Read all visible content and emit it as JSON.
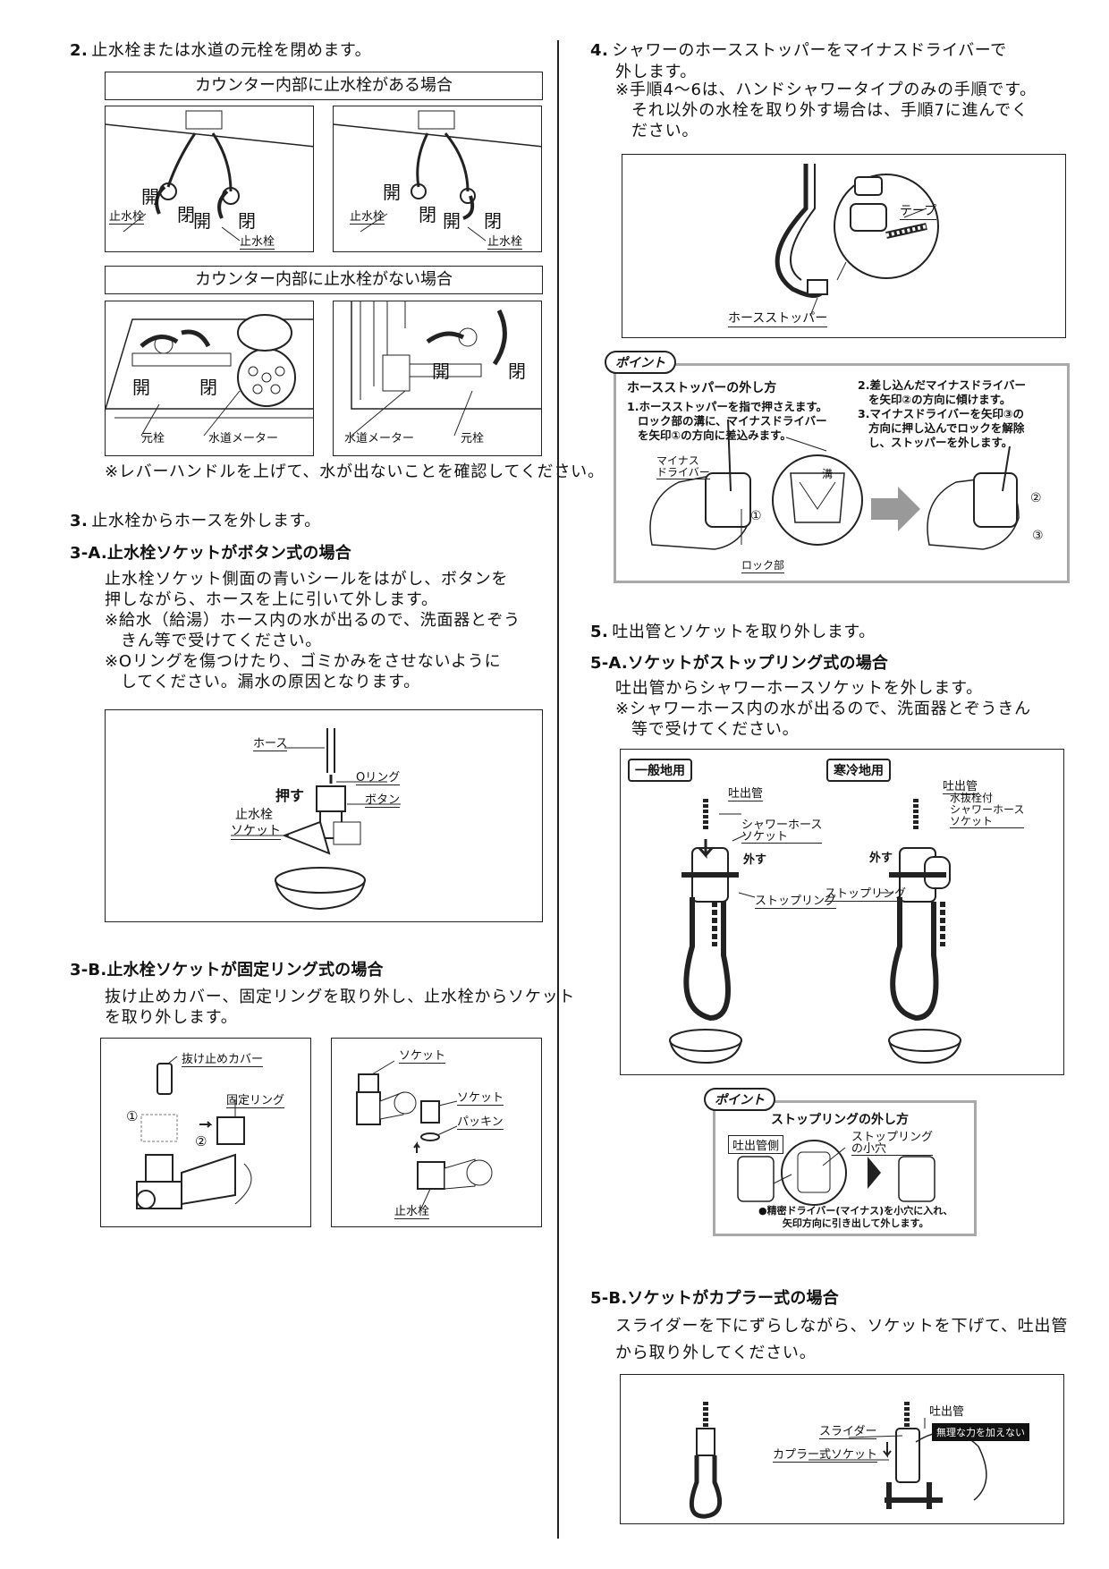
{
  "left": {
    "step2": {
      "num": "2.",
      "text": "止水栓または水道の元栓を閉めます。"
    },
    "box_with": "カウンター内部に止水栓がある場合",
    "box_without": "カウンター内部に止水栓がない場合",
    "fig_labels": {
      "open": "開",
      "close": "閉",
      "stopcock": "止水栓",
      "main_valve": "元栓",
      "water_meter": "水道メーター"
    },
    "note_lever": "※レバーハンドルを上げて、水が出ないことを確認してください。",
    "step3": {
      "num": "3.",
      "text": "止水栓からホースを外します。"
    },
    "s3a": {
      "title": "3-A.止水栓ソケットがボタン式の場合",
      "p1": "止水栓ソケット側面の青いシールをはがし、ボタンを",
      "p2": "押しながら、ホースを上に引いて外します。",
      "n1a": "※給水（給湯）ホース内の水が出るので、洗面器とぞう",
      "n1b": "きん等で受けてください。",
      "n2a": "※Oリングを傷つけたり、ゴミかみをさせないように",
      "n2b": "してください。漏水の原因となります。",
      "labels": {
        "hose": "ホース",
        "oring": "Oリング",
        "push": "押す",
        "button": "ボタン",
        "socket1": "止水栓",
        "socket2": "ソケット"
      }
    },
    "s3b": {
      "title": "3-B.止水栓ソケットが固定リング式の場合",
      "p1": "抜け止めカバー、固定リングを取り外し、止水栓からソケット",
      "p2": "を取り外します。",
      "labels": {
        "cover": "抜け止めカバー",
        "ring": "固定リング",
        "c1": "①",
        "c2": "②",
        "socket": "ソケット",
        "packing": "パッキン",
        "stopcock": "止水栓"
      }
    }
  },
  "right": {
    "step4": {
      "num": "4.",
      "l1": "シャワーのホースストッパーをマイナスドライバーで",
      "l2": "外します。"
    },
    "step4_note1": "※手順4〜6は、ハンドシャワータイプのみの手順です。",
    "step4_note2": "それ以外の水栓を取り外す場合は、手順7に進んでく",
    "step4_note3": "ださい。",
    "fig4": {
      "tape": "テープ",
      "stopper": "ホースストッパー"
    },
    "point1": {
      "tag": "ポイント",
      "title": "ホースストッパーの外し方",
      "s1a": "1.ホースストッパーを指で押さえます。",
      "s1b": "ロック部の溝に、マイナスドライバー",
      "s1c": "を矢印①の方向に差込みます。",
      "s2a": "2.差し込んだマイナスドライバー",
      "s2b": "を矢印②の方向に傾けます。",
      "s3a": "3.マイナスドライバーを矢印③の",
      "s3b": "方向に押し込んでロックを解除",
      "s3c": "し、ストッパーを外します。",
      "minus1": "マイナス",
      "minus2": "ドライバー",
      "groove": "溝",
      "lock": "ロック部",
      "c1": "①",
      "c2": "②",
      "c3": "③"
    },
    "step5": {
      "num": "5.",
      "text": "吐出管とソケットを取り外します。"
    },
    "s5a": {
      "title": "5-A.ソケットがストップリング式の場合",
      "p1": "吐出管からシャワーホースソケットを外します。",
      "n1a": "※シャワーホース内の水が出るので、洗面器とぞうきん",
      "n1b": "等で受けてください。",
      "general": "一般地用",
      "cold": "寒冷地用",
      "spout": "吐出管",
      "shower_socket1": "シャワーホース",
      "shower_socket2": "ソケット",
      "remove": "外す",
      "stopring": "ストップリング",
      "drain1": "水抜栓付",
      "drain2": "シャワーホース",
      "drain3": "ソケット"
    },
    "point2": {
      "tag": "ポイント",
      "title": "ストップリングの外し方",
      "spout_side": "吐出管側",
      "hole1": "ストップリング",
      "hole2": "の小穴",
      "inst1": "●精密ドライバー(マイナス)を小穴に入れ、",
      "inst2": "矢印方向に引き出して外します。"
    },
    "s5b": {
      "title": "5-B.ソケットがカプラー式の場合",
      "p1": "スライダーを下にずらしながら、ソケットを下げて、吐出管",
      "p2": "から取り外してください。",
      "spout": "吐出管",
      "slider": "スライダー",
      "badge": "無理な力を加えない",
      "coupler": "カプラー式ソケット"
    }
  }
}
